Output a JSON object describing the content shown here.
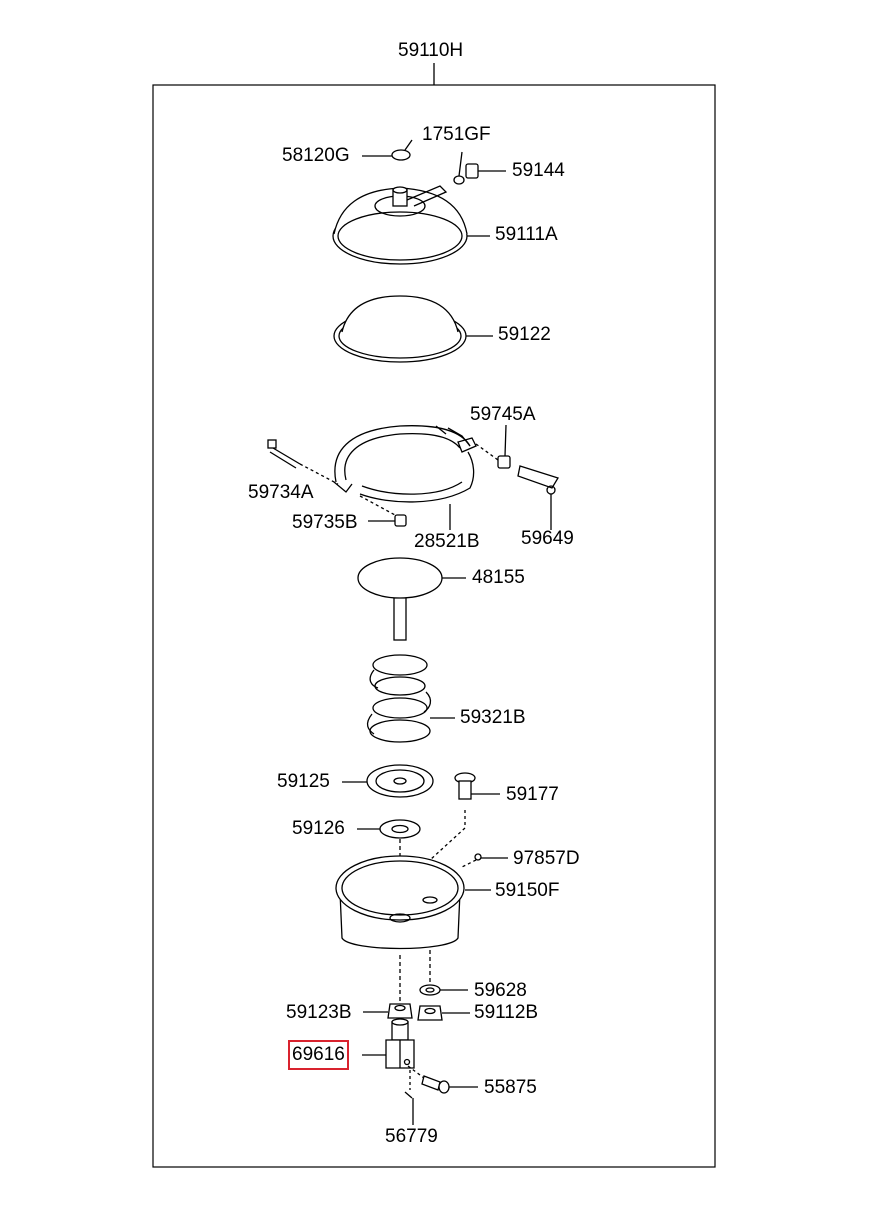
{
  "assembly_number": "59110H",
  "highlight_color": "#d9232e",
  "parts": [
    {
      "id": "p58120G",
      "number": "58120G"
    },
    {
      "id": "p1751GF",
      "number": "1751GF"
    },
    {
      "id": "p59144",
      "number": "59144"
    },
    {
      "id": "p59111A",
      "number": "59111A"
    },
    {
      "id": "p59122",
      "number": "59122"
    },
    {
      "id": "p59745A",
      "number": "59745A"
    },
    {
      "id": "p59734A",
      "number": "59734A"
    },
    {
      "id": "p59735B",
      "number": "59735B"
    },
    {
      "id": "p28521B",
      "number": "28521B"
    },
    {
      "id": "p59649",
      "number": "59649"
    },
    {
      "id": "p48155",
      "number": "48155"
    },
    {
      "id": "p59321B",
      "number": "59321B"
    },
    {
      "id": "p59125",
      "number": "59125"
    },
    {
      "id": "p59177",
      "number": "59177"
    },
    {
      "id": "p59126",
      "number": "59126"
    },
    {
      "id": "p97857D",
      "number": "97857D"
    },
    {
      "id": "p59150F",
      "number": "59150F"
    },
    {
      "id": "p59628",
      "number": "59628"
    },
    {
      "id": "p59123B",
      "number": "59123B"
    },
    {
      "id": "p59112B",
      "number": "59112B"
    },
    {
      "id": "p69616",
      "number": "69616",
      "highlighted": true
    },
    {
      "id": "p55875",
      "number": "55875"
    },
    {
      "id": "p56779",
      "number": "56779"
    }
  ]
}
